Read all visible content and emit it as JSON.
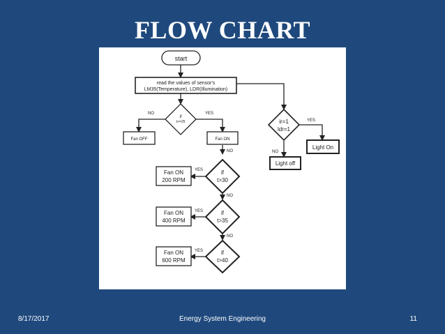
{
  "title": "FLOW CHART",
  "footer": {
    "date": "8/17/2017",
    "center": "Energy System Engineering",
    "page_number": "11"
  },
  "flowchart": {
    "start": "start",
    "read_sensors": {
      "line1": "read the values of sensor's",
      "line2": "LM35(Temperature), LDR(Illumination)"
    },
    "decision_t25": {
      "line1": "if",
      "line2": "t>=25"
    },
    "fan_off": "Fan OFF",
    "fan_on": "Fan ON",
    "decision_t30": {
      "line1": "if",
      "line2": "t>30"
    },
    "decision_t35": {
      "line1": "if",
      "line2": "t>35"
    },
    "decision_t40": {
      "line1": "if",
      "line2": "t>40"
    },
    "fan_200": {
      "line1": "Fan ON",
      "line2": "200 RPM"
    },
    "fan_400": {
      "line1": "Fan ON",
      "line2": "400 RPM"
    },
    "fan_600": {
      "line1": "Fan ON",
      "line2": "600 RPM"
    },
    "decision_ir": {
      "line1": "ir=1",
      "line2": "ldr=1"
    },
    "light_on": "Light On",
    "light_off": "Light off",
    "labels": {
      "yes": "YES",
      "no": "NO"
    }
  }
}
